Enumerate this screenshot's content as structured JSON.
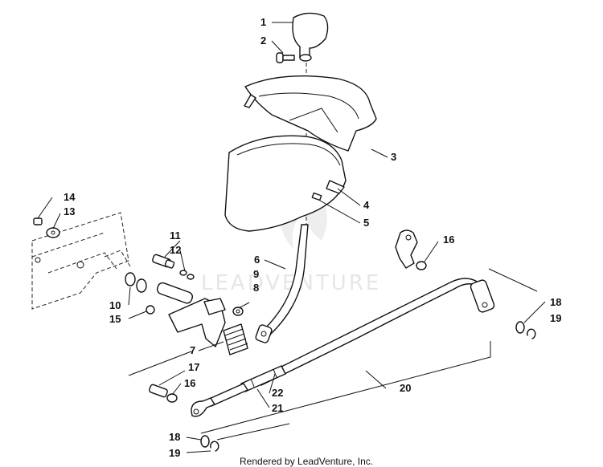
{
  "diagram": {
    "watermark": "LEADVENTURE",
    "credit": "Rendered by LeadVenture, Inc.",
    "callouts": [
      {
        "id": "1",
        "label": "1"
      },
      {
        "id": "2",
        "label": "2"
      },
      {
        "id": "3",
        "label": "3"
      },
      {
        "id": "4",
        "label": "4"
      },
      {
        "id": "5",
        "label": "5"
      },
      {
        "id": "6",
        "label": "6"
      },
      {
        "id": "7",
        "label": "7"
      },
      {
        "id": "8",
        "label": "8"
      },
      {
        "id": "9",
        "label": "9"
      },
      {
        "id": "10",
        "label": "10"
      },
      {
        "id": "11",
        "label": "11"
      },
      {
        "id": "12",
        "label": "12"
      },
      {
        "id": "13",
        "label": "13"
      },
      {
        "id": "14",
        "label": "14"
      },
      {
        "id": "15",
        "label": "15"
      },
      {
        "id": "16a",
        "label": "16"
      },
      {
        "id": "16b",
        "label": "16"
      },
      {
        "id": "17",
        "label": "17"
      },
      {
        "id": "18a",
        "label": "18"
      },
      {
        "id": "18b",
        "label": "18"
      },
      {
        "id": "19a",
        "label": "19"
      },
      {
        "id": "19b",
        "label": "19"
      },
      {
        "id": "20",
        "label": "20"
      },
      {
        "id": "21",
        "label": "21"
      },
      {
        "id": "22",
        "label": "22"
      }
    ]
  }
}
